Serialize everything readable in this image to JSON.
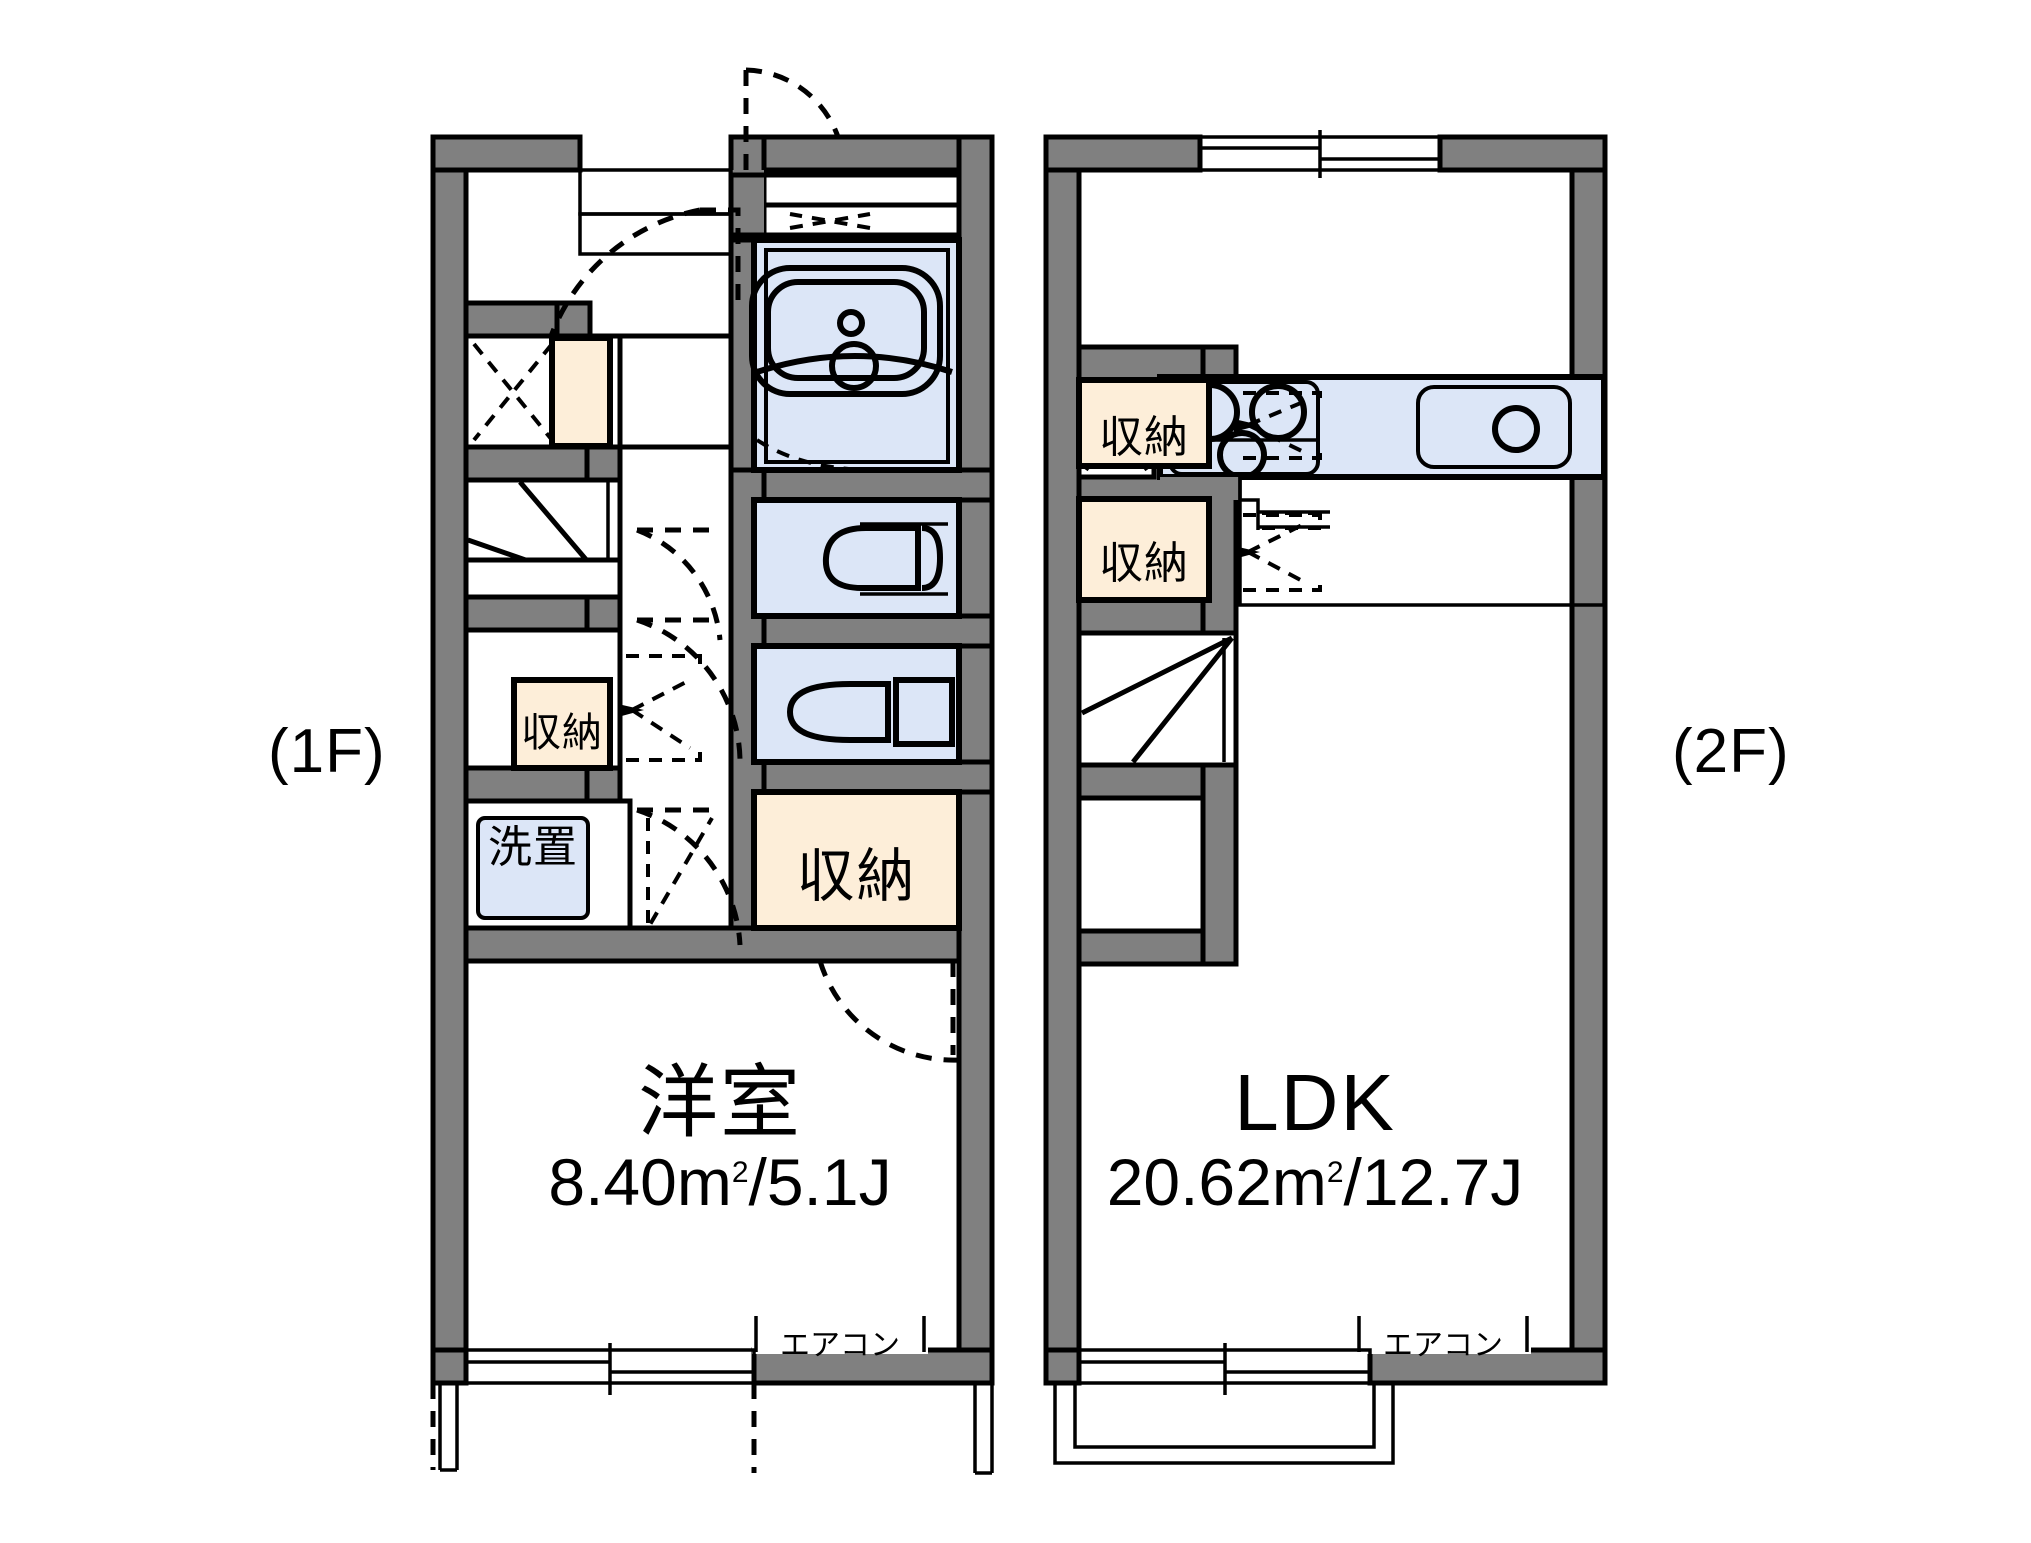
{
  "document": {
    "type": "floor-plan",
    "title": "2-story maisonette floor plan",
    "background_color": "#ffffff",
    "wall_color": "#808080",
    "wall_outline_color": "#000000",
    "fixture_fill_color": "#dce6f7",
    "closet_fill_color": "#fdeed9"
  },
  "floors": [
    {
      "id": "1f",
      "tag": "(1F)",
      "tag_position": "left",
      "room": {
        "name": "洋室",
        "area": "8.40m",
        "area_sup": "2",
        "area_tail": "/5.1J",
        "area_full": "8.40m²/5.1J"
      },
      "labels": [
        {
          "name": "closet-entry",
          "text": "収納"
        },
        {
          "name": "closet-stair",
          "text": "収納"
        },
        {
          "name": "closet-main",
          "text": "収納"
        },
        {
          "name": "washer-space",
          "text": "洗置"
        },
        {
          "name": "aircon",
          "text": "エアコン"
        }
      ],
      "fixtures": [
        {
          "name": "bathtub-unit",
          "text": ""
        },
        {
          "name": "washbasin",
          "text": ""
        },
        {
          "name": "toilet",
          "text": ""
        },
        {
          "name": "staircase",
          "text": ""
        },
        {
          "name": "entry-door",
          "text": ""
        }
      ]
    },
    {
      "id": "2f",
      "tag": "(2F)",
      "tag_position": "right",
      "room": {
        "name": "LDK",
        "area": "20.62m",
        "area_sup": "2",
        "area_tail": "/12.7J",
        "area_full": "20.62m²/12.7J"
      },
      "labels": [
        {
          "name": "closet-upper",
          "text": "収納"
        },
        {
          "name": "closet-lower",
          "text": "収納"
        },
        {
          "name": "aircon",
          "text": "エアコン"
        }
      ],
      "fixtures": [
        {
          "name": "gas-stove",
          "text": ""
        },
        {
          "name": "kitchen-sink",
          "text": ""
        },
        {
          "name": "refrigerator-space",
          "text": ""
        },
        {
          "name": "staircase",
          "text": ""
        },
        {
          "name": "balcony",
          "text": ""
        }
      ]
    }
  ]
}
